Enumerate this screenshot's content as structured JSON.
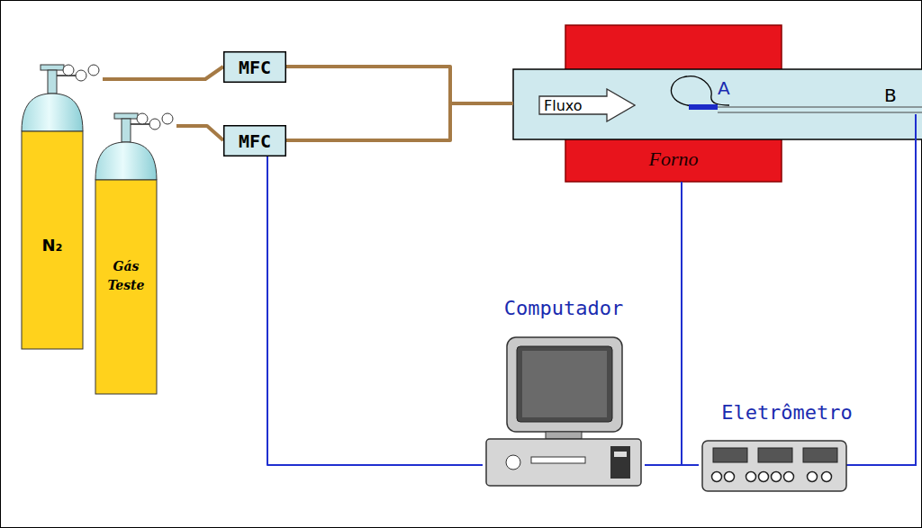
{
  "diagram": {
    "nodes": [
      {
        "text": [
          "N₂"
        ]
      },
      {
        "text": [
          "Gás Teste"
        ]
      },
      {
        "text": [
          "MFC"
        ]
      },
      {
        "text": [
          "MFC"
        ]
      },
      {
        "text": [
          "Forno"
        ]
      },
      {
        "text": [
          "Fluxo"
        ],
        "in": 4
      },
      {
        "text": [
          "Computador"
        ]
      },
      {
        "text": [
          "Eletrômetro"
        ]
      }
    ],
    "edges": [
      {
        "from": 0,
        "to": 2,
        "arrow": "none"
      },
      {
        "from": 1,
        "to": 3,
        "arrow": "none"
      },
      {
        "from": 2,
        "to": 4,
        "arrow": "none"
      },
      {
        "from": 3,
        "to": 4,
        "arrow": "none"
      },
      {
        "from": 3,
        "to": 6,
        "arrow": "none"
      },
      {
        "from": 4,
        "to": 6,
        "arrow": "none"
      },
      {
        "from": 6,
        "to": 7,
        "arrow": "none"
      }
    ],
    "labels": [
      "A",
      "B"
    ]
  }
}
